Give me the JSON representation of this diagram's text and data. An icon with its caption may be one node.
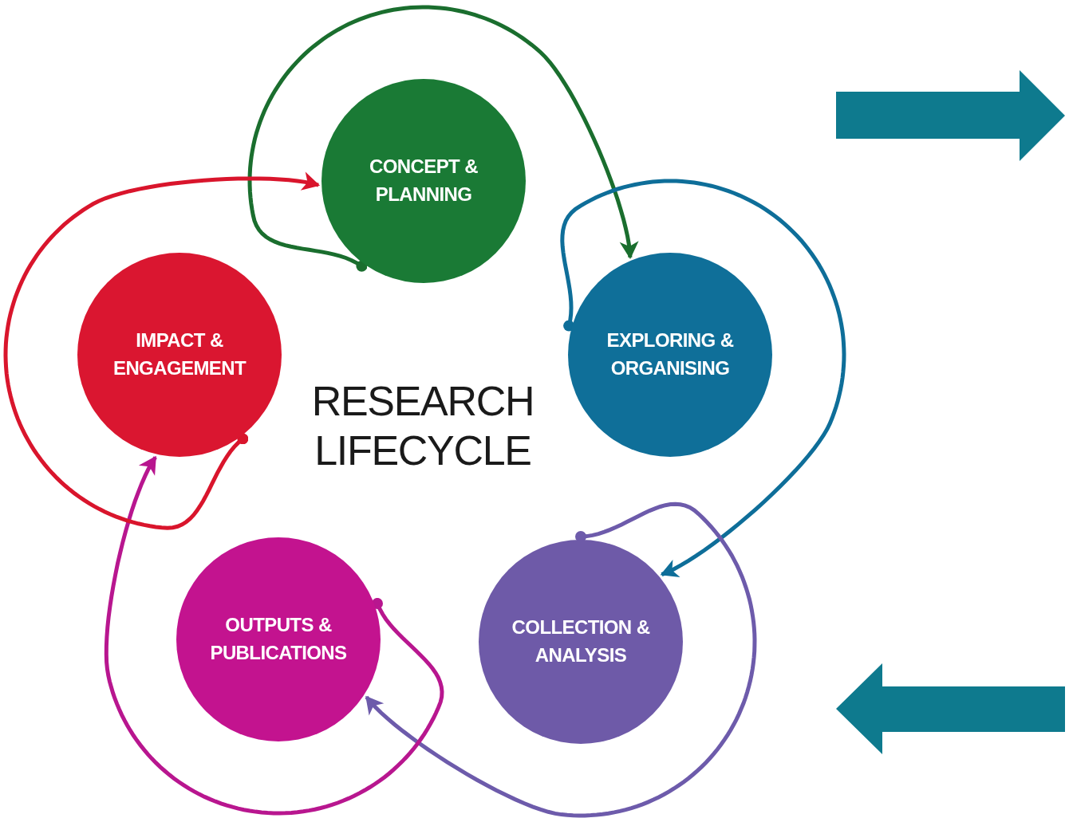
{
  "diagram": {
    "title": "RESEARCH LIFECYCLE",
    "nodes": [
      {
        "text": [
          "CONCEPT & PLANNING"
        ]
      },
      {
        "text": [
          "EXPLORING & ORGANISING"
        ]
      },
      {
        "text": [
          "COLLECTION & ANALYSIS"
        ]
      },
      {
        "text": [
          "OUTPUTS & PUBLICATIONS"
        ]
      },
      {
        "text": [
          "IMPACT & ENGAGEMENT"
        ]
      }
    ],
    "edges": [
      {
        "from": 0,
        "to": 1,
        "arrow": "to",
        "color": "#1a6e2e"
      },
      {
        "from": 1,
        "to": 2,
        "arrow": "to",
        "color": "#0e6e99"
      },
      {
        "from": 2,
        "to": 3,
        "arrow": "to",
        "color": "#6d5bab"
      },
      {
        "from": 3,
        "to": 4,
        "arrow": "to",
        "color": "#b8168f"
      },
      {
        "from": 4,
        "to": 0,
        "arrow": "to",
        "color": "#d9152c"
      }
    ]
  }
}
